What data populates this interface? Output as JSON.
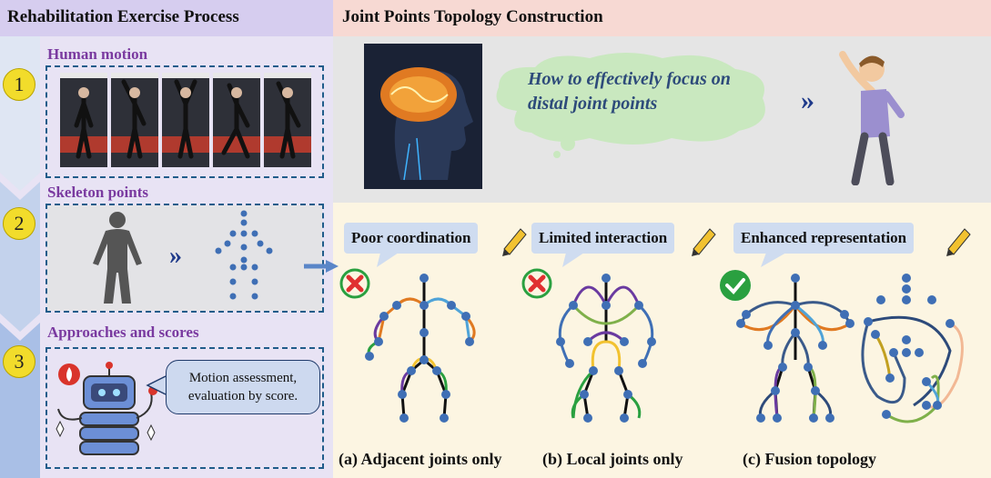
{
  "left_header": "Rehabilitation Exercise Process",
  "right_header": "Joint Points Topology Construction",
  "steps": [
    {
      "number": "1",
      "title": "Human motion"
    },
    {
      "number": "2",
      "title": "Skeleton points"
    },
    {
      "number": "3",
      "title": "Approaches and scores"
    }
  ],
  "robot_bubble": {
    "line1": "Motion assessment,",
    "line2": "evaluation by score."
  },
  "cloud_text": {
    "line1": "How to effectively focus on",
    "line2": "distal joint points"
  },
  "arrow_glyph": "»",
  "tags": [
    "Poor coordination",
    "Limited interaction",
    "Enhanced representation"
  ],
  "captions": [
    "(a) Adjacent joints only",
    "(b) Local joints only",
    "(c) Fusion topology"
  ],
  "colors": {
    "accent_purple": "#7a3aa0",
    "dash_blue": "#1f5c8a",
    "joint_blue": "#3f6fb5",
    "bad_red": "#e03030",
    "good_green": "#2aa040"
  }
}
